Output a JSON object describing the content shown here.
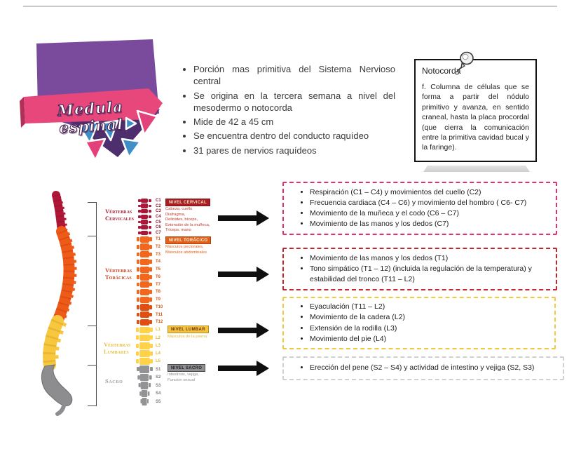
{
  "header": {
    "title": "Medula espinal",
    "intro_bullets": [
      "Porción mas primitiva del Sistema Nervioso central",
      "Se origina en la tercera semana a nivel del mesodermo o notocorda",
      "Mide de 42 a 45 cm",
      "Se encuentra dentro del conducto raquídeo",
      "31 pares de nervios raquídeos"
    ],
    "note": {
      "title": "Notocorda",
      "body": "f. Columna de células que se forma a partir del nódulo primitivo y avanza, en sentido craneal, hasta la placa procordal (que cierra la comunicación entre la primitiva cavidad bucal y la faringe)."
    }
  },
  "spine": {
    "section_labels": {
      "cervical": "Vértebras Cervicales",
      "thoracic": "Vértebras Torácicas",
      "lumbar": "Vértebras Lumbares",
      "sacrum": "Sacro"
    },
    "cervical": {
      "banner": "Nivel Cervical",
      "vertebrae": [
        "C1",
        "C2",
        "C3",
        "C4",
        "C5",
        "C6",
        "C7"
      ],
      "functions": [
        "Cabeza, cuello",
        "Diafragma,",
        "Deltoides, bíceps,",
        "Extensión de la muñeca,",
        "Tríceps, mano"
      ]
    },
    "thoracic": {
      "banner": "Nivel Torácico",
      "vertebrae": [
        "T1",
        "T2",
        "T3",
        "T4",
        "T5",
        "T6",
        "T7",
        "T8",
        "T9",
        "T10",
        "T11",
        "T12"
      ],
      "functions": [
        "Músculos pectorales,",
        "Músculos abdominales"
      ]
    },
    "lumbar": {
      "banner": "Nivel Lumbar",
      "vertebrae": [
        "L1",
        "L2",
        "L3",
        "L4",
        "L5"
      ],
      "functions": [
        "Músculos de la pierna"
      ]
    },
    "sacral": {
      "banner": "Nivel Sacro",
      "vertebrae": [
        "S1",
        "S2",
        "S3",
        "S4",
        "S5"
      ],
      "functions": [
        "Intestinos, vejiga,",
        "Función sexual"
      ]
    }
  },
  "function_boxes": [
    {
      "border_color": "#e0336e",
      "items": [
        "Respiración (C1 – C4) y movimientos del cuello (C2)",
        "Frecuencia cardiaca (C4 – C6) y movimiento del hombro ( C6- C7)",
        "Movimiento de la muñeca y el codo (C6 – C7)",
        "Movimiento de las manos y los dedos (C7)"
      ]
    },
    {
      "border_color": "#c2272d",
      "items": [
        "Movimiento de las manos y los dedos (T1)",
        "Tono simpático (T1 – 12) (incluida la regulación de la temperatura) y estabilidad del tronco (T11 – L2)"
      ]
    },
    {
      "border_color": "#efc93f",
      "items": [
        "Eyaculación (T11 – L2)",
        "Movimiento de la cadera (L2)",
        "Extensión de la rodilla (L3)",
        "Movimiento del pie (L4)"
      ]
    },
    {
      "border_color": "#d0d0d0",
      "items": [
        "Erección del pene (S2 – S4) y actividad de intestino y vejiga (S2, S3)"
      ]
    }
  ],
  "colors": {
    "banner_purple": "#7a4b9d",
    "ribbon_pink": "#e8477b",
    "triangle_blue": "#3e8ec7",
    "triangle_pink": "#e2417a",
    "cervical": "#ad1638",
    "thoracic": "#f2661d",
    "lumbar": "#ffd24a",
    "sacral": "#939396",
    "arrow_black": "#0f0f0f"
  }
}
